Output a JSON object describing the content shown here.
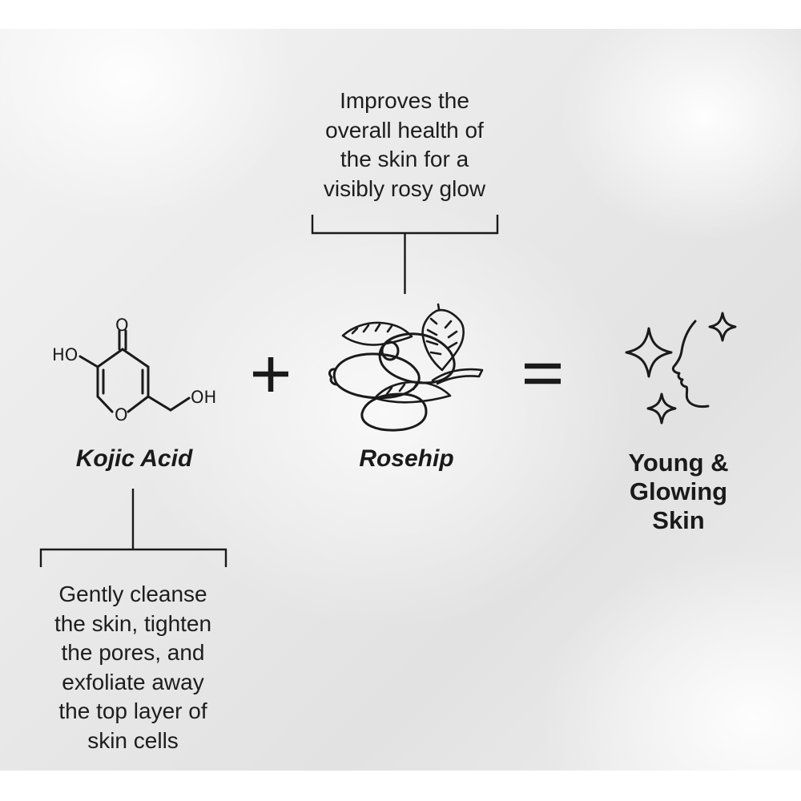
{
  "top_caption": "Improves the\noverall health of\nthe skin for a\nvisibly rosy glow",
  "bottom_caption": "Gently cleanse\nthe skin, tighten\nthe pores, and\nexfoliate away\nthe top layer of\nskin cells",
  "ingredient_1": {
    "label": "Kojic Acid",
    "formula_labels": {
      "oxygen_top": "O",
      "oxygen_ring": "O",
      "hydroxyl_left": "HO",
      "hydroxyl_right": "OH"
    },
    "icon": "kojic-acid-molecule-icon"
  },
  "ingredient_2": {
    "label": "Rosehip",
    "icon": "rosehip-icon"
  },
  "result": {
    "label": "Young &\nGlowing\nSkin",
    "icon": "sparkle-face-icon"
  },
  "operators": {
    "plus": "+",
    "equals": "="
  },
  "colors": {
    "ink": "#1a1a1a",
    "background": "#e9e9e9"
  }
}
